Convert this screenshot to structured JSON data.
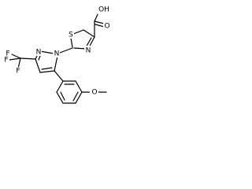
{
  "molecule": {
    "labels": {
      "carboxyl": "OH",
      "carbonyl_o": "O",
      "thiazole_s": "S",
      "thiazole_n": "N",
      "pyrazole_n1": "N",
      "pyrazole_n2": "N",
      "cf3_f1": "F",
      "cf3_f2": "F",
      "cf3_f3": "F",
      "methoxy": "O"
    }
  }
}
